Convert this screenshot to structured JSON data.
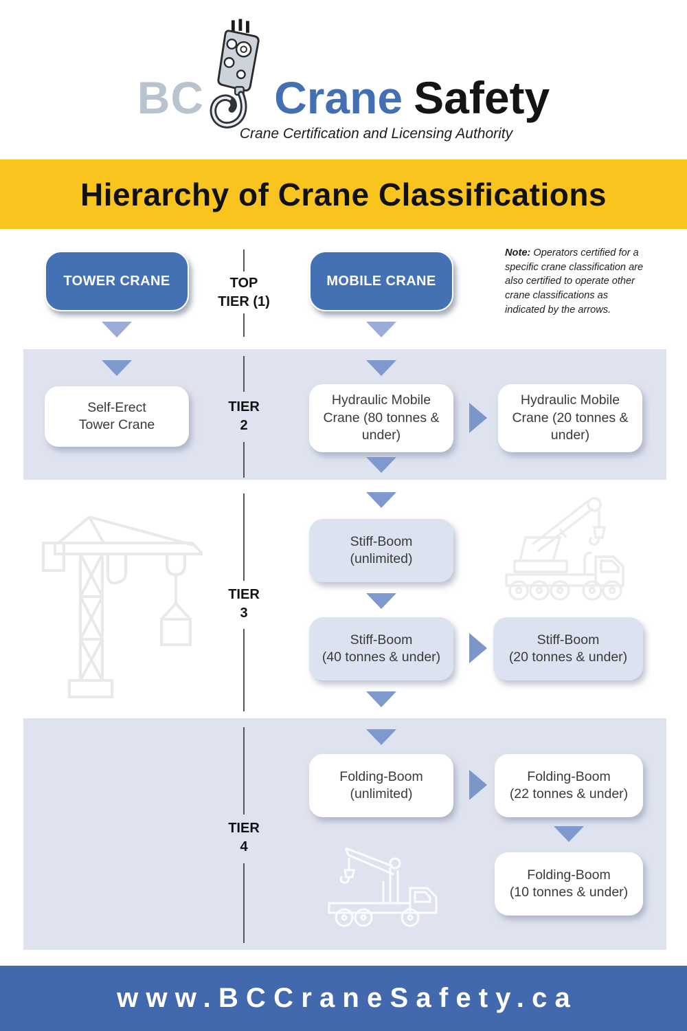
{
  "logo": {
    "bc": "BC",
    "crane": "Crane",
    "safety": "Safety",
    "tagline": "Crane Certification and Licensing Authority"
  },
  "title": {
    "text": "Hierarchy of Crane Classifications"
  },
  "note": {
    "prefix": "Note:",
    "body": " Operators certified for a specific crane classification are also certified to operate other crane classifications as indicated by the arrows."
  },
  "tiers": {
    "top": {
      "label": "TOP\nTIER (1)"
    },
    "tier2": {
      "label": "TIER\n2"
    },
    "tier3": {
      "label": "TIER\n3"
    },
    "tier4": {
      "label": "TIER\n4"
    }
  },
  "nodes": {
    "tower_crane": {
      "label": "TOWER CRANE"
    },
    "mobile_crane": {
      "label": "MOBILE CRANE"
    },
    "self_erect": {
      "label": "Self-Erect\nTower Crane"
    },
    "hydraulic_80": {
      "label": "Hydraulic Mobile\nCrane (80 tonnes &\nunder)"
    },
    "hydraulic_20": {
      "label": "Hydraulic Mobile\nCrane (20 tonnes &\nunder)"
    },
    "stiff_unlimited": {
      "label": "Stiff-Boom\n(unlimited)"
    },
    "stiff_40": {
      "label": "Stiff-Boom\n(40 tonnes & under)"
    },
    "stiff_20": {
      "label": "Stiff-Boom\n(20 tonnes & under)"
    },
    "folding_unlimited": {
      "label": "Folding-Boom\n(unlimited)"
    },
    "folding_22": {
      "label": "Folding-Boom\n(22 tonnes & under)"
    },
    "folding_10": {
      "label": "Folding-Boom\n(10 tonnes & under)"
    }
  },
  "footer": {
    "url": "www.BCCraneSafety.ca"
  },
  "icons": {
    "crane_hook": "crane-hook-block",
    "arrow_down": "triangle-down",
    "arrow_right": "triangle-right",
    "tower_crane": "tower-crane-outline",
    "mobile_crane": "mobile-crane-outline",
    "boom_truck": "boom-truck-outline"
  },
  "colors": {
    "brand_blue": "#4471B3",
    "title_yellow": "#F8C41D",
    "band_lavender": "#DFE3F0",
    "card_lavender": "#DCE2F0",
    "arrow_blue": "#7E99CD",
    "footer_blue": "#4268AE",
    "logo_gray": "#B9C3CF"
  }
}
